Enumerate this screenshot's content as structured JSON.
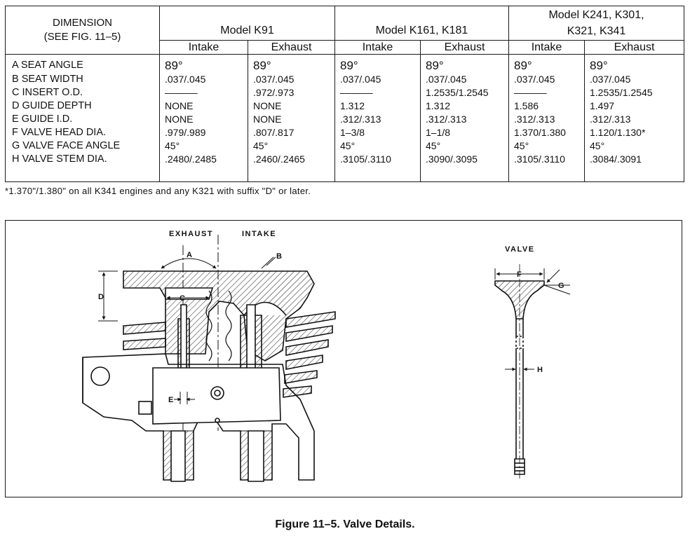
{
  "table": {
    "dimension_header": [
      "DIMENSION",
      "(SEE FIG. 11–5)"
    ],
    "models": [
      {
        "name_lines": [
          "Model K91"
        ]
      },
      {
        "name_lines": [
          "Model K161, K181"
        ]
      },
      {
        "name_lines": [
          "Model K241, K301,",
          "K321, K341"
        ]
      }
    ],
    "sub_headers": [
      "Intake",
      "Exhaust",
      "Intake",
      "Exhaust",
      "Intake",
      "Exhaust"
    ],
    "row_labels": [
      "A SEAT ANGLE",
      "B SEAT WIDTH",
      "C INSERT O.D.",
      "D GUIDE DEPTH",
      "E GUIDE I.D.",
      "F VALVE HEAD DIA.",
      "G VALVE FACE ANGLE",
      "H VALVE STEM DIA."
    ],
    "columns": [
      [
        "89°",
        ".037/.045",
        "––––––",
        "NONE",
        "NONE",
        ".979/.989",
        "45°",
        ".2480/.2485"
      ],
      [
        "89°",
        ".037/.045",
        ".972/.973",
        "NONE",
        "NONE",
        ".807/.817",
        "45°",
        ".2460/.2465"
      ],
      [
        "89°",
        ".037/.045",
        "––––––",
        "1.312",
        ".312/.313",
        "1–3/8",
        "45°",
        ".3105/.3110"
      ],
      [
        "89°",
        ".037/.045",
        "1.2535/1.2545",
        "1.312",
        ".312/.313",
        "1–1/8",
        "45°",
        ".3090/.3095"
      ],
      [
        "89°",
        ".037/.045",
        "––––––",
        "1.586",
        ".312/.313",
        "1.370/1.380",
        "45°",
        ".3105/.3110"
      ],
      [
        "89°",
        ".037/.045",
        "1.2535/1.2545",
        "1.497",
        ".312/.313",
        "1.120/1.130*",
        "45°",
        ".3084/.3091"
      ]
    ]
  },
  "footnote": "*1.370\"/1.380\" on all K341 engines and any K321 with suffix \"D\" or later.",
  "figure": {
    "label_exhaust": "EXHAUST",
    "label_intake": "INTAKE",
    "label_valve": "VALVE",
    "dim_letters": {
      "a": "A",
      "b": "B",
      "c": "C",
      "d": "D",
      "e": "E",
      "f": "F",
      "g": "G",
      "h": "H"
    }
  },
  "caption": "Figure 11–5. Valve Details."
}
